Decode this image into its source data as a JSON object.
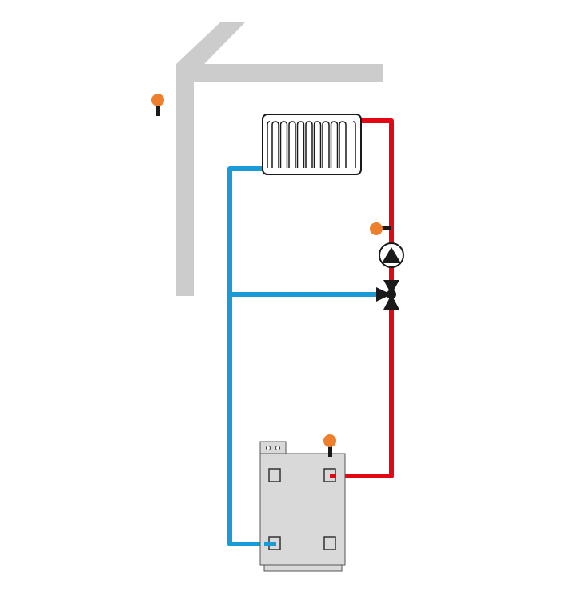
{
  "colors": {
    "background": "#ffffff",
    "building": "#cccccc",
    "supply_pipe": "#e30613",
    "return_pipe": "#1a9ad6",
    "sensor": "#ee7f2d",
    "sensor_stem": "#1a1a1a",
    "component_outline": "#1a1a1a",
    "boiler_body": "#d9d9d9"
  },
  "components": {
    "building_outline": "building",
    "outdoor_sensor": "temperature-sensor",
    "radiator": "radiator",
    "flow_sensor": "temperature-sensor",
    "circulation_pump": "pump",
    "mixing_valve": "three-way-valve",
    "boiler": "boiler",
    "boiler_sensor": "temperature-sensor"
  },
  "pipes": {
    "supply": "supply-line",
    "return": "return-line",
    "bypass": "bypass-line"
  }
}
